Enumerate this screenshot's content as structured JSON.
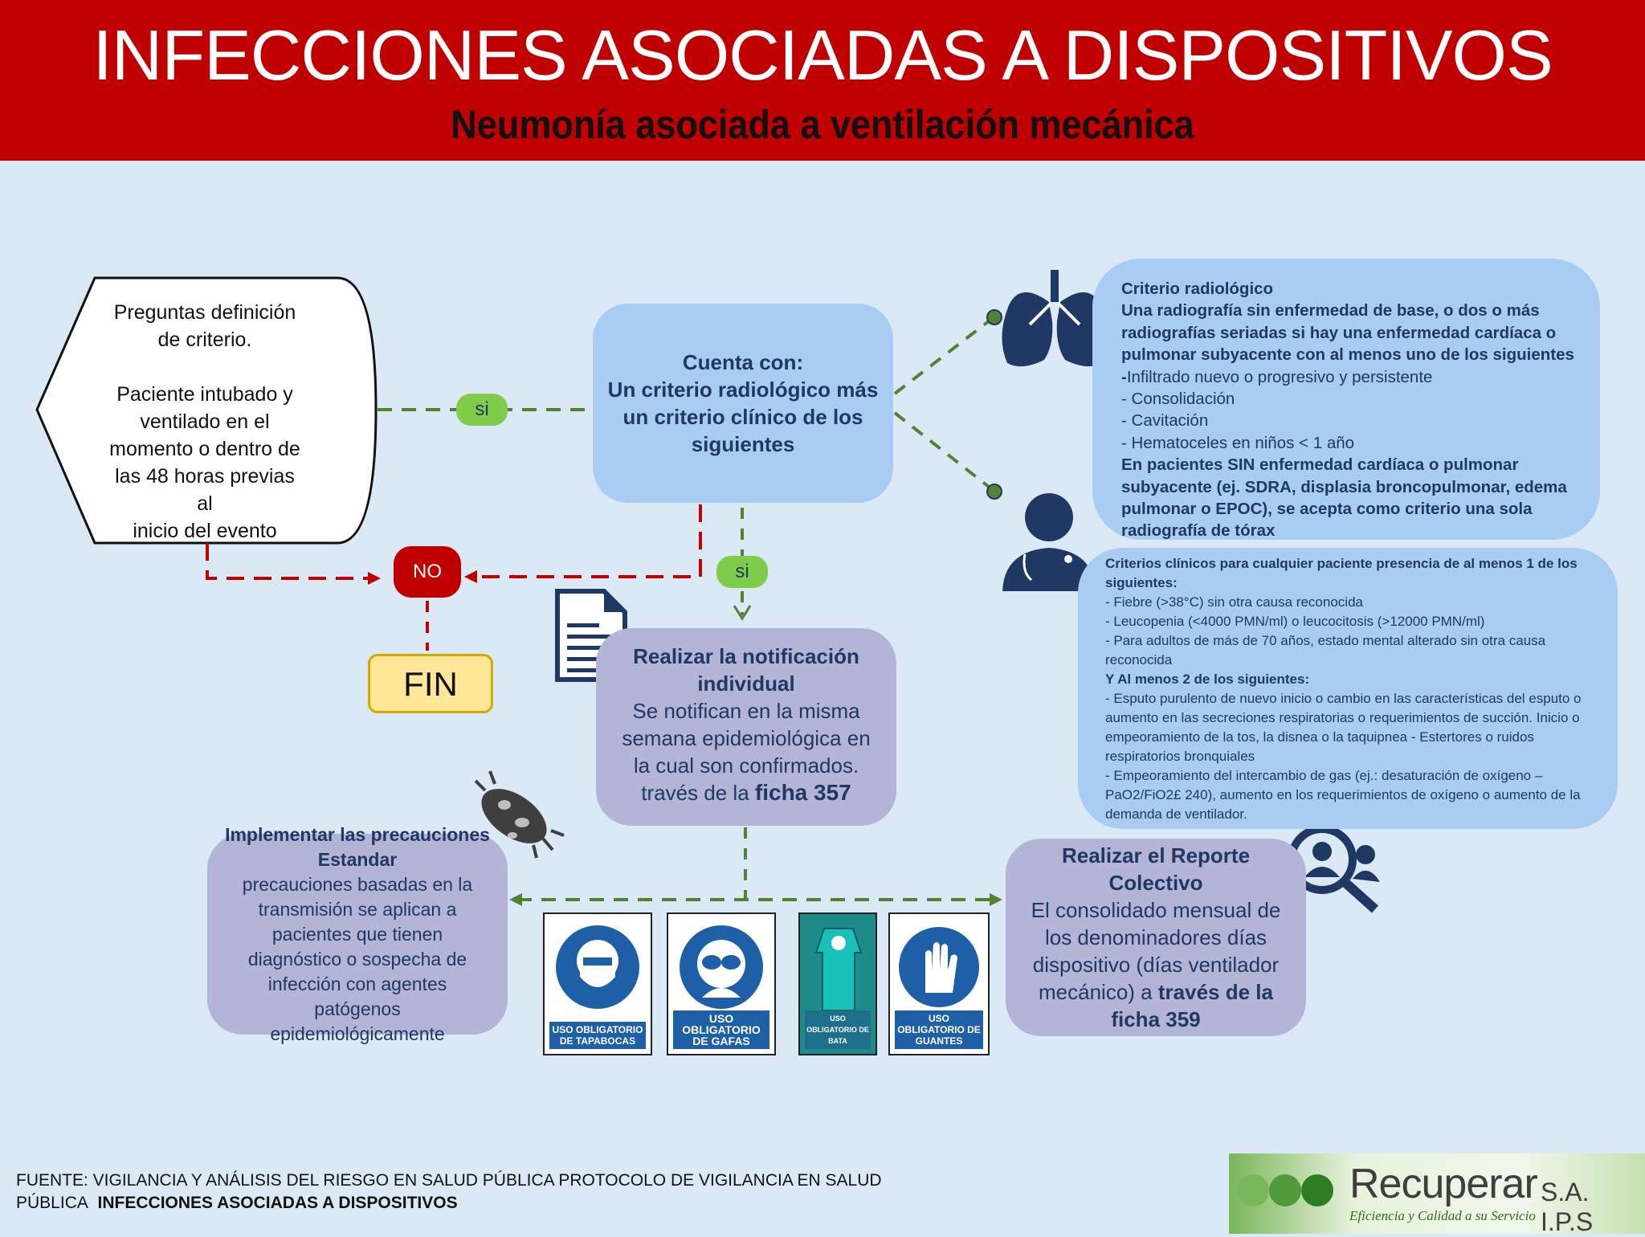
{
  "header": {
    "title": "INFECCIONES ASOCIADAS A DISPOSITIVOS",
    "subtitle": "Neumonía asociada a ventilación mecánica"
  },
  "question": {
    "line1": "Preguntas definición",
    "line2": "de criterio.",
    "line3": "Paciente intubado y",
    "line4": "ventilado en el",
    "line5": "momento o dentro de",
    "line6": "las 48 horas previas al",
    "line7": "inicio del evento"
  },
  "cuenta": {
    "line1": "Cuenta con:",
    "line2": "Un criterio radiológico más",
    "line3": "un criterio clínico de los",
    "line4": "siguientes"
  },
  "labels": {
    "si1": "si",
    "si2": "si",
    "no": "NO",
    "fin": "FIN"
  },
  "radiologico": {
    "title": "Criterio radiológico",
    "intro": "Una radiografía sin enfermedad de base, o dos o más radiografías seriadas si hay una enfermedad cardíaca o pulmonar subyacente con al menos uno de los siguientes",
    "item1_dash": "-",
    "item1": "Infiltrado nuevo o progresivo y persistente",
    "item2": "- Consolidación",
    "item3": "- Cavitación",
    "item4": "- Hematoceles en niños < 1 año",
    "note": "En pacientes SIN enfermedad cardíaca o pulmonar subyacente (ej. SDRA, displasia broncopulmonar, edema pulmonar o EPOC), se acepta como criterio una sola radiografía de tórax"
  },
  "clinicos": {
    "title": "Criterios clínicos para cualquier paciente presencia de al menos 1 de los siguientes:",
    "item1": "- Fiebre (>38°C) sin otra causa reconocida",
    "item2": "- Leucopenia (<4000 PMN/ml) o leucocitosis (>12000 PMN/ml)",
    "item3": "- Para adultos de más de 70 años, estado mental alterado sin otra causa reconocida",
    "subtitle": "Y Al menos 2 de los siguientes:",
    "item4": "- Esputo purulento de nuevo inicio o cambio en las características del esputo o aumento en las secreciones respiratorias o requerimientos de succión. Inicio o empeoramiento de la tos, la disnea o la taquipnea - Estertores o ruidos respiratorios bronquiales",
    "item5": "- Empeoramiento del intercambio de gas (ej.: desaturación de oxígeno – PaO2/FiO2£ 240), aumento en los requerimientos de oxígeno o aumento de la demanda de ventilador."
  },
  "notificacion": {
    "title": "Realizar la notificación individual",
    "body": "Se notifican en la misma semana epidemiológica en la cual son confirmados. través de la",
    "ficha": "ficha 357"
  },
  "precauciones": {
    "title": "Implementar las precauciones Estandar",
    "body": "precauciones basadas en la transmisión se aplican a pacientes que tienen diagnóstico o sospecha de infección con agentes patógenos epidemiológicamente"
  },
  "reporte": {
    "title": "Realizar el Reporte Colectivo",
    "body": "El consolidado mensual de los denominadores días dispositivo (días ventilador mecánico) a",
    "ficha": "través de la ficha 359"
  },
  "signs": [
    {
      "label": "USO OBLIGATORIO DE TAPABOCAS",
      "icon": "mask-icon"
    },
    {
      "label": "USO OBLIGATORIO DE GAFAS",
      "icon": "goggles-icon"
    },
    {
      "label": "USO OBLIGATORIO DE BATA",
      "icon": "gown-icon"
    },
    {
      "label": "USO OBLIGATORIO DE GUANTES",
      "icon": "gloves-icon"
    }
  ],
  "footer": {
    "source": "FUENTE: VIGILANCIA Y ANÁLISIS DEL RIESGO EN SALUD PÚBLICA  PROTOCOLO DE VIGILANCIA EN SALUD PÚBLICA",
    "source_bold": "INFECCIONES ASOCIADAS A DISPOSITIVOS"
  },
  "logo": {
    "name": "Recuperar",
    "suffix": "S.A. I.P.S",
    "tagline": "Eficiencia y Calidad a su Servicio"
  },
  "colors": {
    "header_red": "#c00000",
    "background": "#dbe9f7",
    "box_blue": "#a9cdf2",
    "box_purple": "#b4b4d6",
    "text_navy": "#1f3864",
    "connector_green": "#548235",
    "pill_green": "#7fcb4a",
    "fin_yellow": "#ffe699"
  }
}
